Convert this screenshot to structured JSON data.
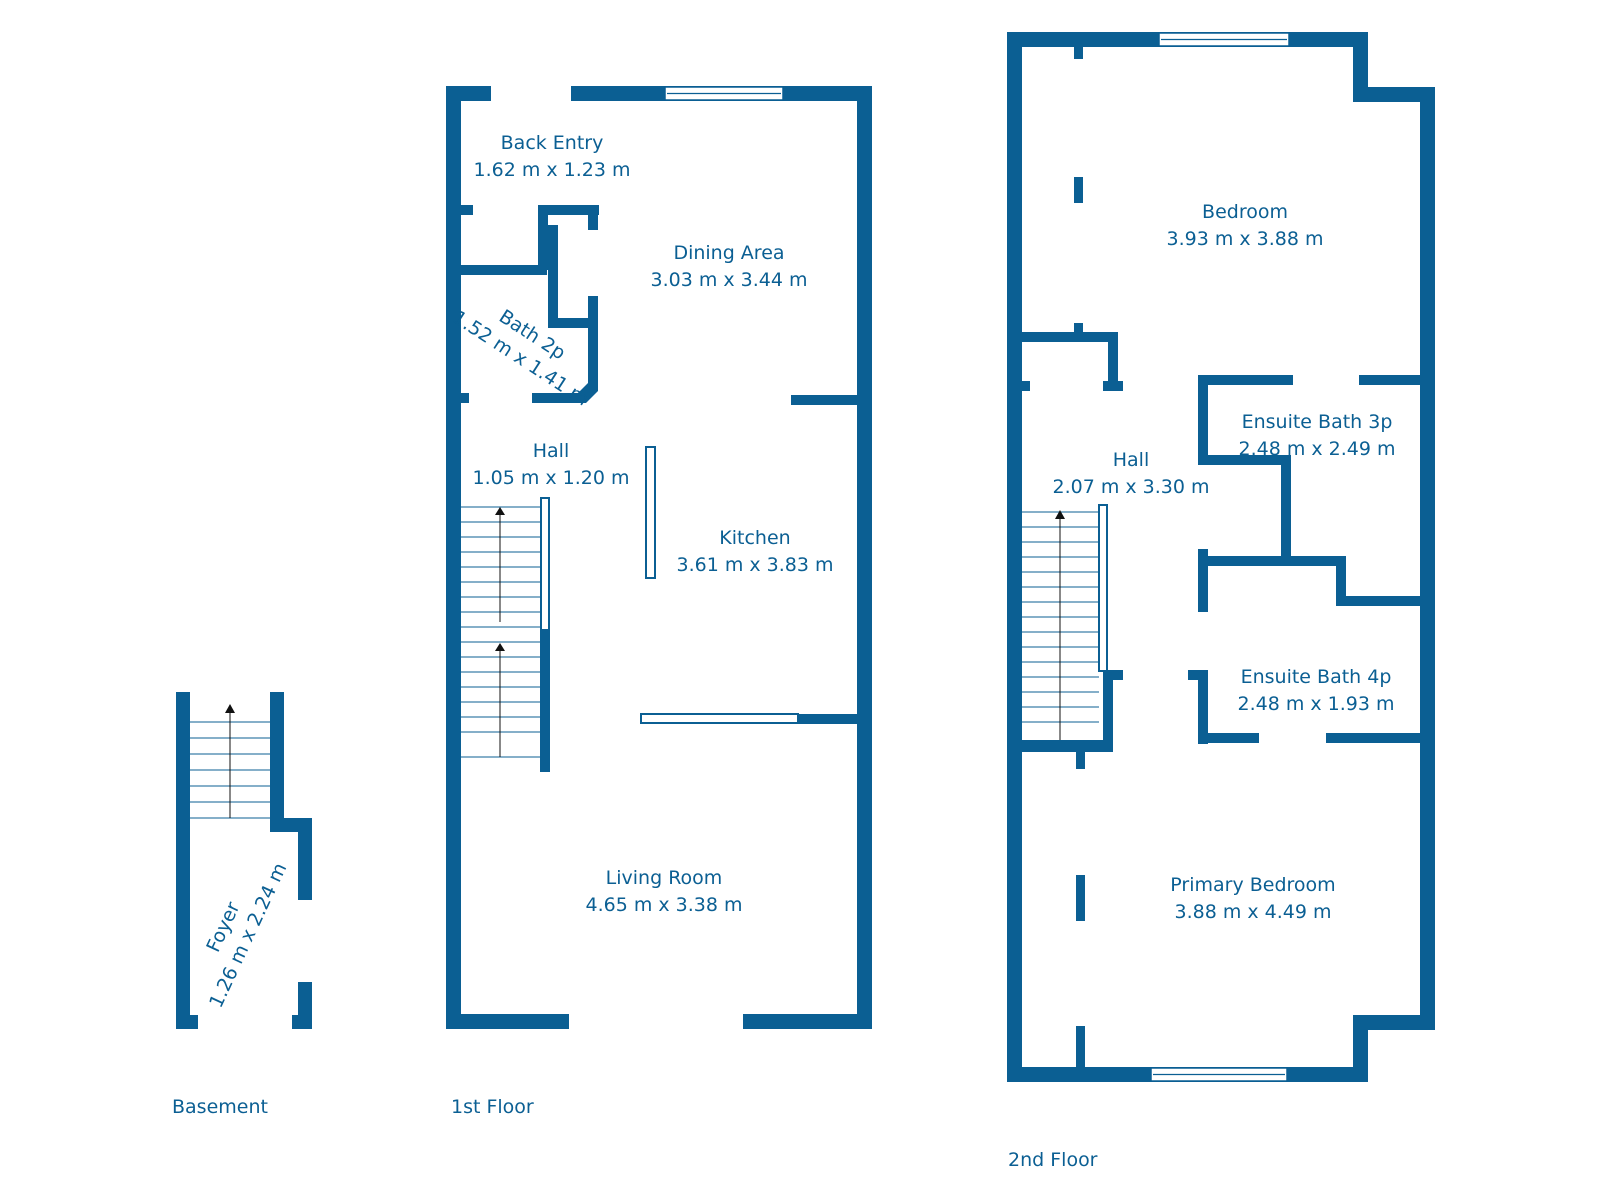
{
  "colors": {
    "wall": "#0b5f93",
    "text": "#0b5f93",
    "background": "#ffffff"
  },
  "floors": {
    "basement": {
      "label": "Basement"
    },
    "first": {
      "label": "1st Floor"
    },
    "second": {
      "label": "2nd Floor"
    }
  },
  "rooms": {
    "foyer": {
      "name": "Foyer",
      "size": "1.26 m x 2.24 m"
    },
    "back_entry": {
      "name": "Back Entry",
      "size": "1.62 m x 1.23 m"
    },
    "dining_area": {
      "name": "Dining Area",
      "size": "3.03 m x 3.44 m"
    },
    "bath_2p": {
      "name": "Bath 2p",
      "size": "1.52 m x 1.41 m"
    },
    "hall_1": {
      "name": "Hall",
      "size": "1.05 m x 1.20 m"
    },
    "kitchen": {
      "name": "Kitchen",
      "size": "3.61 m x 3.83 m"
    },
    "living_room": {
      "name": "Living Room",
      "size": "4.65 m x 3.38 m"
    },
    "bedroom": {
      "name": "Bedroom",
      "size": "3.93 m x 3.88 m"
    },
    "ensuite_3p": {
      "name": "Ensuite Bath 3p",
      "size": "2.48 m x 2.49 m"
    },
    "hall_2": {
      "name": "Hall",
      "size": "2.07 m x 3.30 m"
    },
    "ensuite_4p": {
      "name": "Ensuite Bath 4p",
      "size": "2.48 m x 1.93 m"
    },
    "primary_bedroom": {
      "name": "Primary Bedroom",
      "size": "3.88 m x 4.49 m"
    }
  }
}
